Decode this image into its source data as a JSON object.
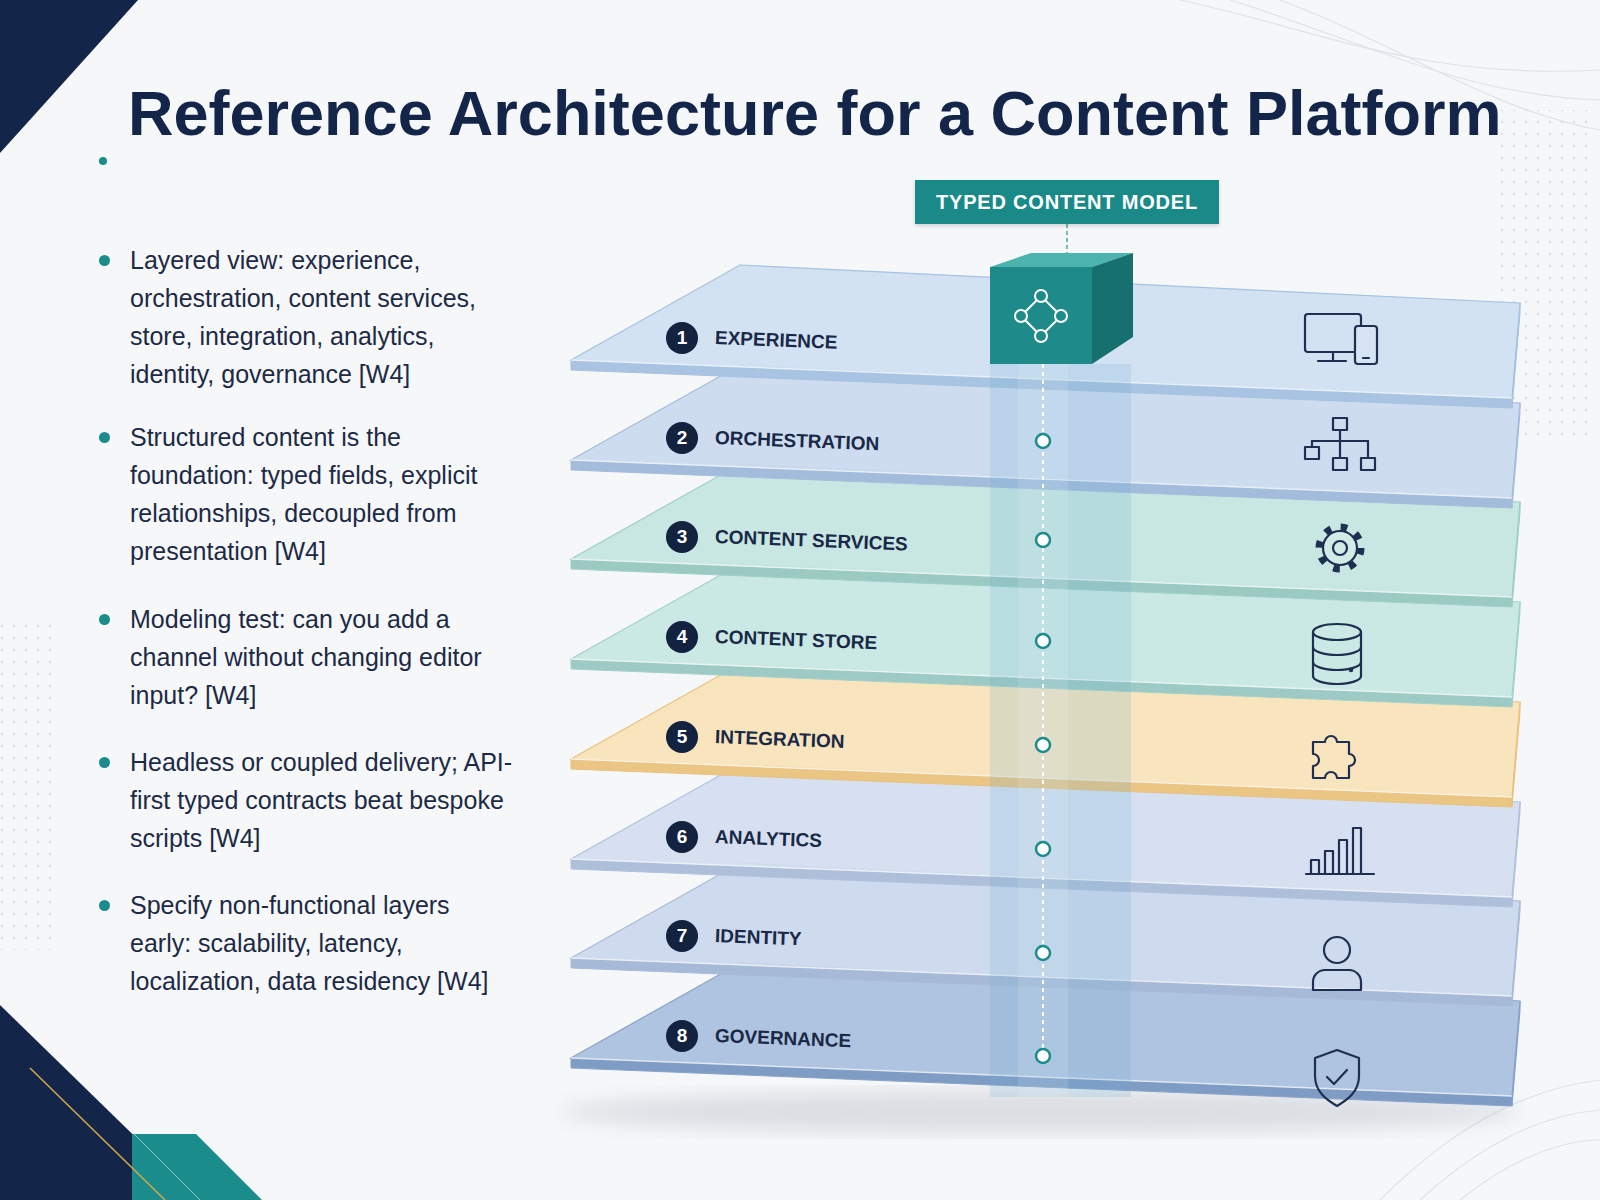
{
  "diagram": {
    "title": "Reference Architecture for a Content Platform",
    "nodes": [
      {
        "text": [
          "TYPED CONTENT MODEL"
        ]
      },
      {
        "text": [
          "1",
          "EXPERIENCE"
        ]
      },
      {
        "text": [
          "2",
          "ORCHESTRATION"
        ]
      },
      {
        "text": [
          "3",
          "CONTENT SERVICES"
        ]
      },
      {
        "text": [
          "4",
          "CONTENT STORE"
        ]
      },
      {
        "text": [
          "5",
          "INTEGRATION"
        ]
      },
      {
        "text": [
          "6",
          "ANALYTICS"
        ]
      },
      {
        "text": [
          "7",
          "IDENTITY"
        ]
      },
      {
        "text": [
          "8",
          "GOVERNANCE"
        ]
      }
    ],
    "edges": [
      {
        "from": 0,
        "to": 1,
        "arrow": "none"
      }
    ],
    "labels": [
      "Layered view: experience, orchestration, content services, store, integration, analytics, identity, governance [W4]",
      "Structured content is the foundation: typed fields, explicit relationships, decoupled from presentation [W4]",
      "Modeling test: can you add a channel without changing editor input? [W4]",
      "Headless or coupled delivery; API-first typed contracts beat bespoke scripts [W4]",
      "Specify non-functional layers early: scalability, latency, localization, data residency [W4]"
    ]
  }
}
